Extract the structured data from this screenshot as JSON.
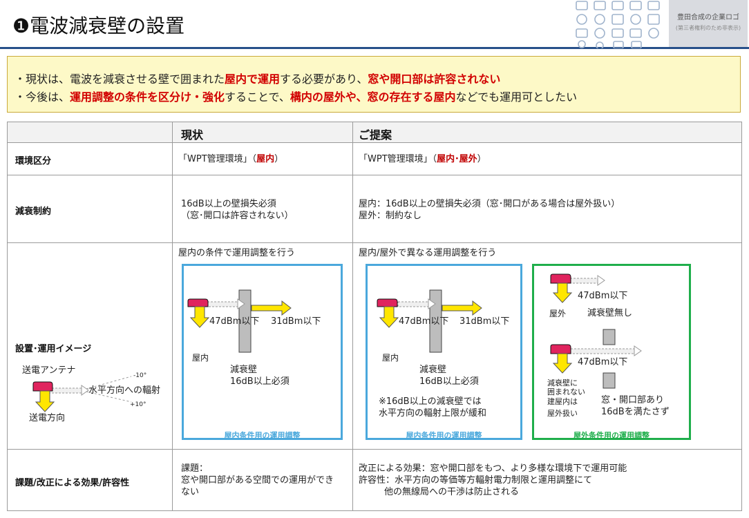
{
  "header": {
    "title": "❶電波減衰壁の設置",
    "logo_line1": "豊田合成の企業ロゴ",
    "logo_line2": "(第三者権利のため非表示)"
  },
  "summary": {
    "line1_a": "・現状は、電波を減衰させる壁で囲まれた",
    "line1_b": "屋内で運用",
    "line1_c": "する必要があり、",
    "line1_d": "窓や開口部は許容されない",
    "line2_a": "・今後は、",
    "line2_b": "運用調整の条件を区分け・強化",
    "line2_c": "することで、",
    "line2_d": "構内の屋外や、窓の存在する屋内",
    "line2_e": "などでも運用可としたい"
  },
  "table": {
    "col_current": "現状",
    "col_proposal": "ご提案",
    "row1": {
      "label": "環境区分",
      "current_a": "「WPT管理環境」（",
      "current_b": "屋内",
      "current_c": "）",
      "proposal_a": "「WPT管理環境」（",
      "proposal_b": "屋内･屋外",
      "proposal_c": "）"
    },
    "row2": {
      "label": "減衰制約",
      "current_1": "16dB以上の壁損失必須",
      "current_2": "（窓･開口は許容されない）",
      "proposal_1": "屋内：16dB以上の壁損失必須（窓･開口がある場合は屋外扱い）",
      "proposal_2": "屋外：制約なし"
    },
    "row3": {
      "label": "設置･運用イメージ",
      "current_header": "屋内の条件で運用調整を行う",
      "proposal_header": "屋内/屋外で異なる運用調整を行う",
      "legend": {
        "antenna": "送電アンテナ",
        "horizontal": "水平方向への輻射",
        "minus10": "-10°",
        "plus10": "+10°",
        "direction": "送電方向"
      },
      "diag1": {
        "p47": "47dBm以下",
        "p31": "31dBm以下",
        "indoor": "屋内",
        "wall1": "減衰壁",
        "wall2": "16dB以上必須",
        "caption": "屋内条件用の運用調整"
      },
      "diag2": {
        "p47": "47dBm以下",
        "p31": "31dBm以下",
        "indoor": "屋内",
        "wall1": "減衰壁",
        "wall2": "16dB以上必須",
        "note1": "※16dB以上の減衰壁では",
        "note2": "水平方向の輻射上限が緩和",
        "caption": "屋内条件用の運用調整"
      },
      "diag3": {
        "p47a": "47dBm以下",
        "outdoor": "屋外",
        "nowall": "減衰壁無し",
        "p47b": "47dBm以下",
        "side1": "減衰壁に",
        "side2": "囲まれない",
        "side3": "建屋内は",
        "side4": "屋外扱い",
        "win1": "窓・開口部あり",
        "win2": "16dBを満たさず",
        "caption": "屋外条件用の運用調整"
      }
    },
    "row4": {
      "label": "課題/改正による効果/許容性",
      "current_1": "課題：",
      "current_2": "窓や開口部がある空間での運用ができ",
      "current_3": "ない",
      "proposal_1": "改正による効果：窓や開口部をもつ、より多様な環境下で運用可能",
      "proposal_2": "許容性：水平方向の等価等方輻射電力制限と運用調整にて",
      "proposal_3": "他の無線局への干渉は防止される"
    }
  },
  "colors": {
    "accent_red": "#d10000",
    "blue_box": "#4aa8dc",
    "green_box": "#1fae4b",
    "arrow_yellow": "#ffe600",
    "antenna_pink": "#e0245e"
  }
}
